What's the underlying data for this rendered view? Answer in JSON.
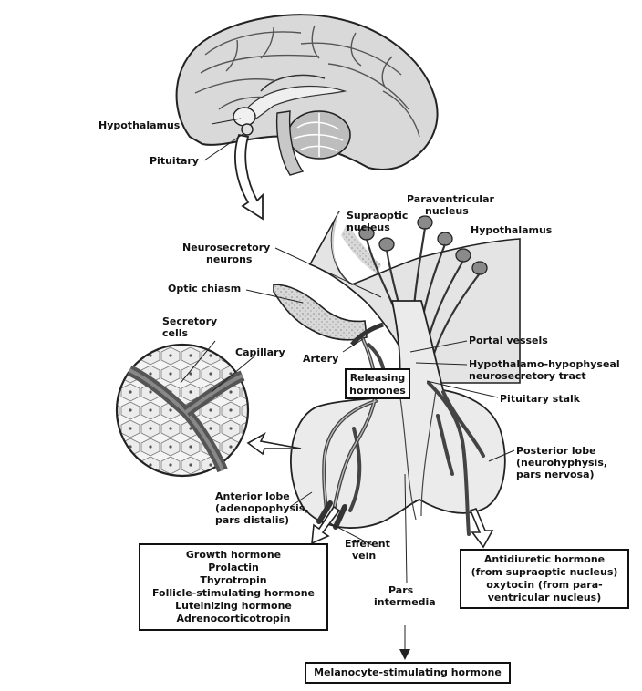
{
  "labels": {
    "hypothalamus_top": "Hypothalamus",
    "pituitary": "Pituitary",
    "supraoptic": [
      "Supraoptic",
      "nucleus"
    ],
    "paraventricular": [
      "Paraventricular",
      "nucleus"
    ],
    "hypothalamus": "Hypothalamus",
    "neurosecretory": [
      "Neurosecretory",
      "neurons"
    ],
    "optic_chiasm": "Optic chiasm",
    "secretory_cells": [
      "Secretory",
      "cells"
    ],
    "capillary": "Capillary",
    "artery": "Artery",
    "portal_vessels": "Portal vessels",
    "tract": [
      "Hypothalamo-hypophyseal",
      "neurosecretory tract"
    ],
    "pituitary_stalk": "Pituitary stalk",
    "posterior_lobe": [
      "Posterior lobe",
      "(neurohyphysis,",
      "pars nervosa)"
    ],
    "anterior_lobe": [
      "Anterior lobe",
      "(adenopophysis,",
      "pars distalis)"
    ],
    "efferent_vein": [
      "Efferent",
      "vein"
    ],
    "pars_intermedia": [
      "Pars",
      "intermedia"
    ]
  },
  "boxes": {
    "releasing_hormones": [
      "Releasing",
      "hormones"
    ],
    "anterior_hormones": [
      "Growth hormone",
      "Prolactin",
      "Thyrotropin",
      "Follicle-stimulating hormone",
      "Luteinizing hormone",
      "Adrenocorticotropin"
    ],
    "posterior_hormones": [
      "Antidiuretic hormone",
      "(from supraoptic nucleus)",
      "oxytocin (from para-",
      "ventricular nucleus)"
    ],
    "msh": "Melanocyte-stimulating hormone"
  }
}
